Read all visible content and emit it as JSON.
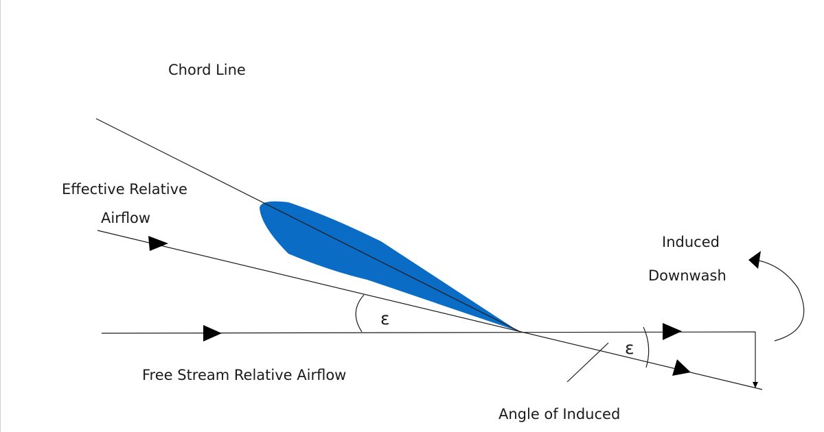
{
  "labels": {
    "chord_line": "Chord Line",
    "effective_relative_line1": "Effective Relative",
    "effective_relative_line2": "Airflow",
    "free_stream": "Free Stream Relative Airflow",
    "induced_line1": "Induced",
    "induced_line2": "Downwash",
    "angle_of_induced": "Angle of Induced",
    "epsilon_left": "ε",
    "epsilon_right": "ε"
  },
  "colors": {
    "airfoil": "#0a6cc4",
    "line": "#1a1a1a",
    "arrow": "#000000",
    "background": "#ffffff"
  },
  "icons": {
    "flow_arrow": "triangle-arrowhead",
    "downwash_arrow": "curved-arrow"
  }
}
